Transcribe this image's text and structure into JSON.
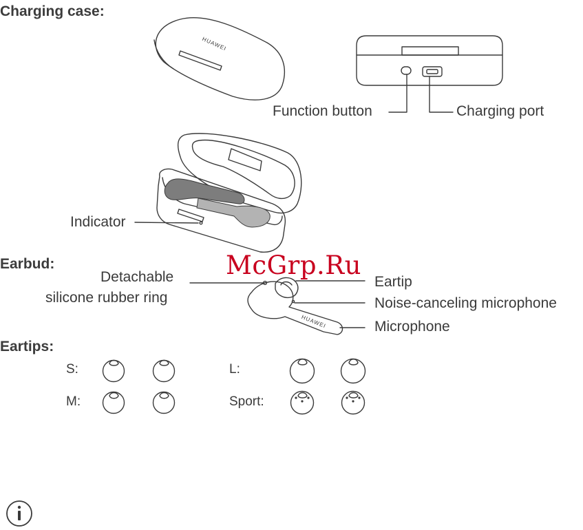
{
  "sections": {
    "charging_case": "Charging case:",
    "earbud": "Earbud:",
    "eartips": "Eartips:"
  },
  "case_labels": {
    "function_button": "Function button",
    "charging_port": "Charging port",
    "indicator": "Indicator",
    "brand": "HUAWEI"
  },
  "earbud_labels": {
    "ring_line1": "Detachable",
    "ring_line2": "silicone rubber ring",
    "eartip": "Eartip",
    "noise_mic": "Noise-canceling microphone",
    "microphone": "Microphone",
    "brand": "HUAWEI"
  },
  "eartip_sizes": {
    "s": "S:",
    "m": "M:",
    "l": "L:",
    "sport": "Sport:"
  },
  "watermark": "McGrp.Ru",
  "icons": {
    "note": "info-icon"
  },
  "colors": {
    "line": "#3a3a3a",
    "watermark": "#c8001e",
    "earbud_dark": "#7d7d7d",
    "earbud_light": "#b3b3b3"
  }
}
